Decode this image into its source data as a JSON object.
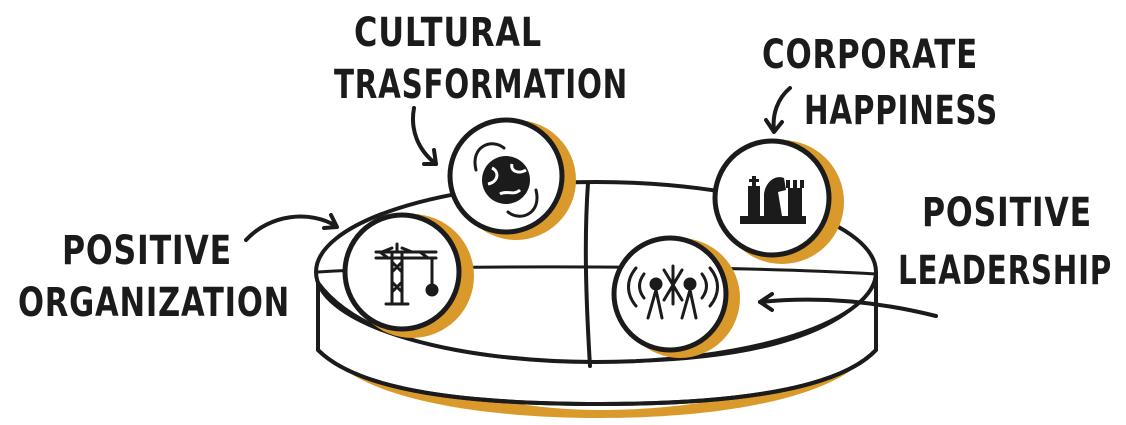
{
  "diagram": {
    "labels": {
      "cultural_transformation": [
        "CULTURAL",
        "TRASFORMATION"
      ],
      "corporate_happiness": [
        "CORPORATE",
        "HAPPINESS"
      ],
      "positive_organization": [
        "POSITIVE",
        "ORGANIZATION"
      ],
      "positive_leadership": [
        "POSITIVE",
        "LEADERSHIP"
      ]
    },
    "icons": {
      "cultural_transformation": "globe-hands-icon",
      "corporate_happiness": "chess-pieces-icon",
      "positive_organization": "construction-crane-icon",
      "positive_leadership": "broadcast-antenna-icon"
    },
    "colors": {
      "ink": "#1b1b1b",
      "accent": "#d99a2b",
      "background": "#ffffff"
    }
  }
}
